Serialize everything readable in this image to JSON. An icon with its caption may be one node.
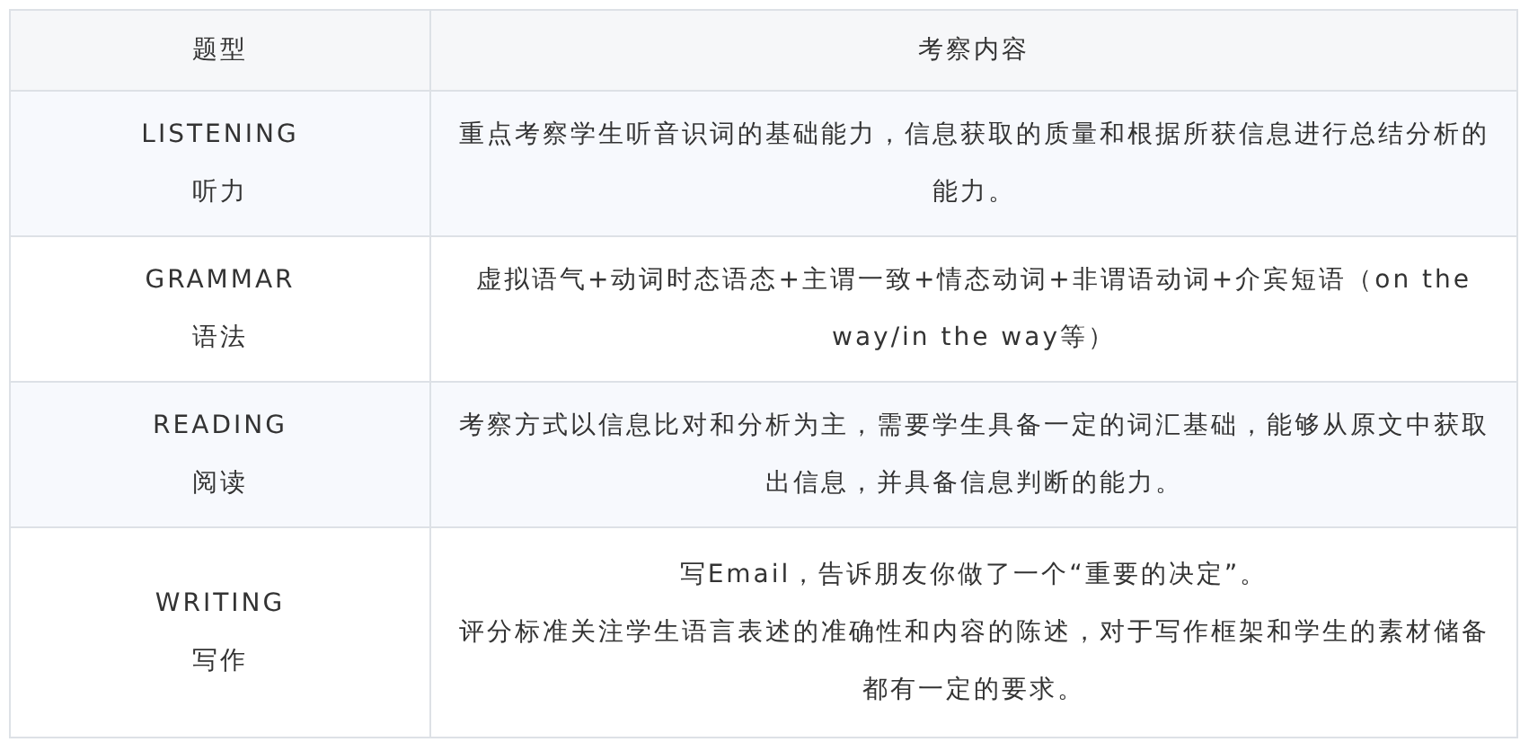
{
  "diagram": {
    "labels": [
      "题型",
      "考察内容",
      "LISTENING",
      "听力",
      "重点考察学生听音识词的基础能力，信息获取的质量和根据所获信息进行总结分析的能力。",
      "GRAMMAR",
      "语法",
      "虚拟语气+动词时态语态+主谓一致+情态动词+非谓语动词+介宾短语（on the way/in the way等）",
      "READING",
      "阅读",
      "考察方式以信息比对和分析为主，需要学生具备一定的词汇基础，能够从原文中获取出信息，并具备信息判断的能力。",
      "WRITING",
      "写作",
      "写Email，告诉朋友你做了一个“重要的决定”。",
      "评分标准关注学生语言表述的准确性和内容的陈述，对于写作框架和学生的素材储备都有一定的要求。"
    ]
  }
}
